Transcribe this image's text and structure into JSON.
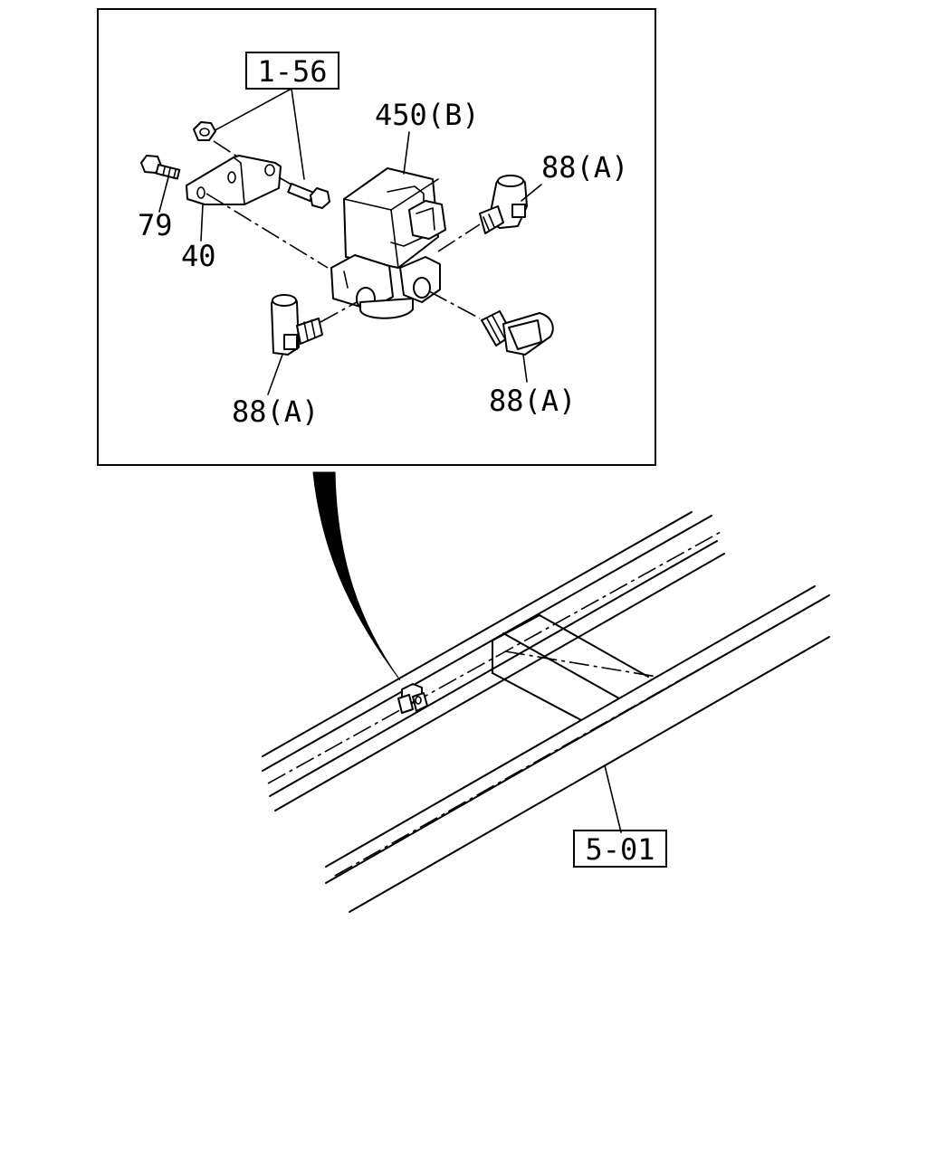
{
  "callouts": {
    "ref_1_56": "1-56",
    "part_450b": "450(B)",
    "part_88a_right_top": "88(A)",
    "part_79": "79",
    "part_40": "40",
    "part_88a_left": "88(A)",
    "part_88a_right_bottom": "88(A)",
    "ref_5_01": "5-01"
  }
}
